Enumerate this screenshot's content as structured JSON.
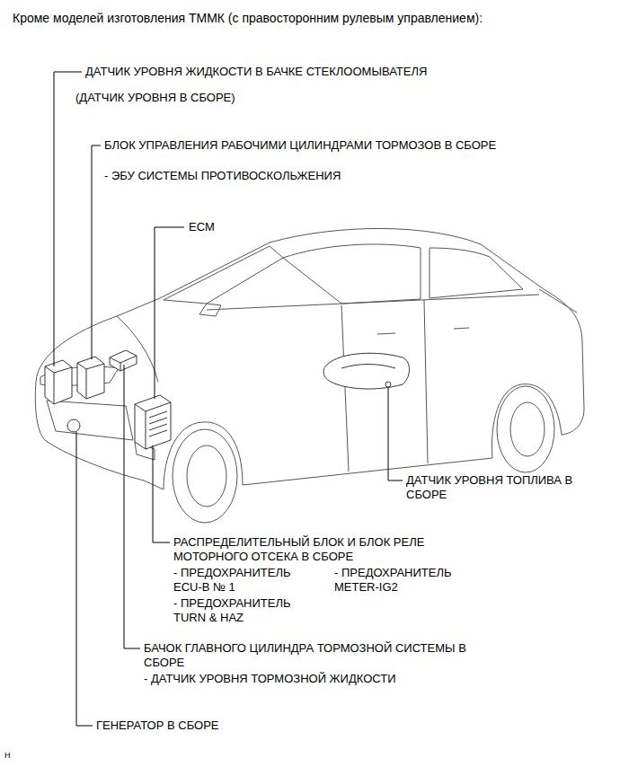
{
  "diagram": {
    "title": "Кроме моделей изготовления ТММК (с правосторонним рулевым управлением):",
    "labels": [
      "ДАТЧИК УРОВНЯ ЖИДКОСТИ В БАЧКЕ СТЕКЛООМЫВАТЕЛЯ",
      "(ДАТЧИК УРОВНЯ В СБОРЕ)",
      "БЛОК УПРАВЛЕНИЯ РАБОЧИМИ ЦИЛИНДРАМИ ТОРМОЗОВ В СБОРЕ",
      "- ЭБУ СИСТЕМЫ ПРОТИВОСКОЛЬЖЕНИЯ",
      "ECM",
      "ДАТЧИК УРОВНЯ ТОПЛИВА В СБОРЕ",
      "РАСПРЕДЕЛИТЕЛЬНЫЙ БЛОК И БЛОК РЕЛЕ МОТОРНОГО ОТСЕКА В СБОРЕ",
      "- ПРЕДОХРАНИТЕЛЬ ECU-B № 1",
      "- ПРЕДОХРАНИТЕЛЬ METER-IG2",
      "- ПРЕДОХРАНИТЕЛЬ TURN & HAZ",
      "БАЧОК ГЛАВНОГО ЦИЛИНДРА ТОРМОЗНОЙ СИСТЕМЫ В СБОРЕ",
      "- ДАТЧИК УРОВНЯ ТОРМОЗНОЙ ЖИДКОСТИ",
      "ГЕНЕРАТОР В СБОРЕ",
      "H"
    ]
  }
}
